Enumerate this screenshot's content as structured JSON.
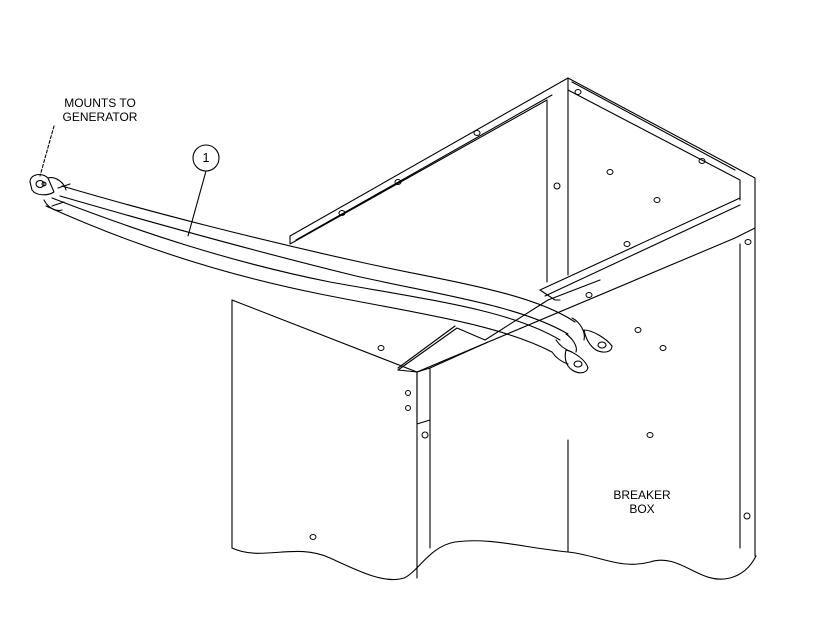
{
  "diagram": {
    "mount_label_line1": "MOUNTS TO",
    "mount_label_line2": "GENERATOR",
    "callout_number": "1",
    "breaker_label_line1": "BREAKER",
    "breaker_label_line2": "BOX"
  },
  "colors": {
    "line": "#000000",
    "background": "#ffffff"
  }
}
